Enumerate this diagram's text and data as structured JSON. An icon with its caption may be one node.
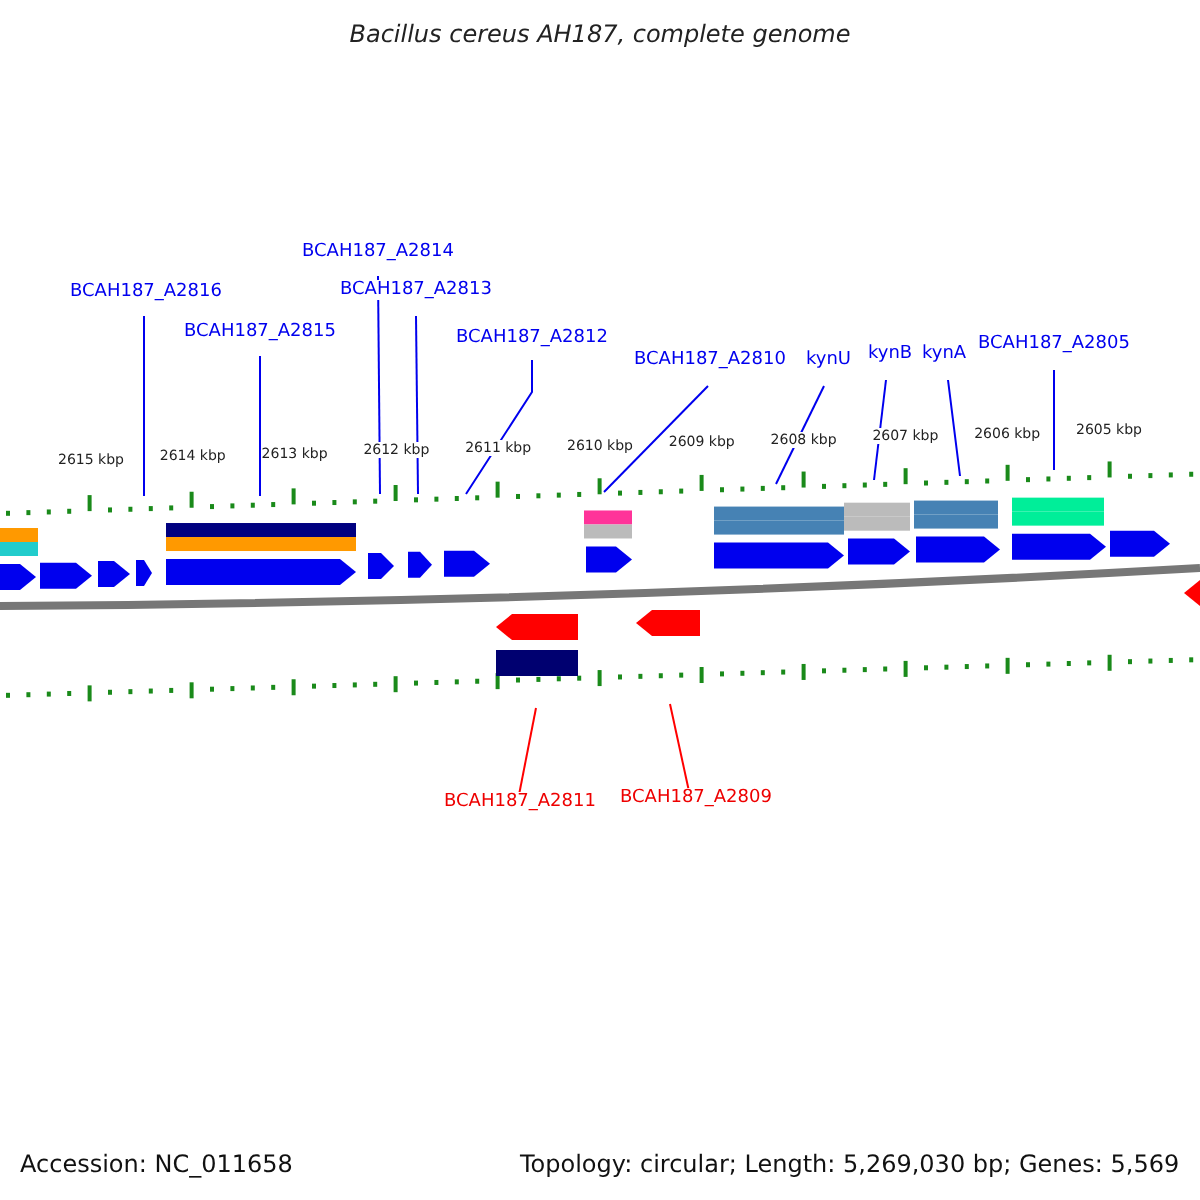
{
  "diagram": {
    "title": "Bacillus cereus AH187, complete genome",
    "nodes": [
      {
        "text": [
          "BCAH187_A2816"
        ]
      },
      {
        "text": [
          "BCAH187_A2815"
        ]
      },
      {
        "text": [
          "BCAH187_A2814"
        ]
      },
      {
        "text": [
          "BCAH187_A2813"
        ]
      },
      {
        "text": [
          "BCAH187_A2812"
        ]
      },
      {
        "text": [
          "BCAH187_A2810"
        ]
      },
      {
        "text": [
          "kynU"
        ]
      },
      {
        "text": [
          "kynB"
        ]
      },
      {
        "text": [
          "kynA"
        ]
      },
      {
        "text": [
          "BCAH187_A2805"
        ]
      },
      {
        "text": [
          "BCAH187_A2811"
        ]
      },
      {
        "text": [
          "BCAH187_A2809"
        ]
      }
    ],
    "edges": [
      {
        "from": 0,
        "to": null,
        "arrow": "none"
      },
      {
        "from": 1,
        "to": null,
        "arrow": "none"
      },
      {
        "from": 2,
        "to": null,
        "arrow": "none"
      },
      {
        "from": 3,
        "to": null,
        "arrow": "none"
      },
      {
        "from": 4,
        "to": null,
        "arrow": "none"
      },
      {
        "from": 5,
        "to": null,
        "arrow": "none"
      },
      {
        "from": 6,
        "to": null,
        "arrow": "none"
      },
      {
        "from": 7,
        "to": null,
        "arrow": "none"
      },
      {
        "from": 8,
        "to": null,
        "arrow": "none"
      },
      {
        "from": 9,
        "to": null,
        "arrow": "none"
      },
      {
        "from": 10,
        "to": null,
        "arrow": "none",
        "color": "#ff0000"
      },
      {
        "from": 11,
        "to": null,
        "arrow": "none",
        "color": "#ff0000"
      }
    ],
    "labels": [
      "2615 kbp",
      "2614 kbp",
      "2613 kbp",
      "2612 kbp",
      "2611 kbp",
      "2610 kbp",
      "2609 kbp",
      "2608 kbp",
      "2607 kbp",
      "2606 kbp",
      "2605 kbp",
      "Accession: NC_011658",
      "Topology: circular; Length: 5,269,030 bp; Genes: 5,569"
    ]
  }
}
